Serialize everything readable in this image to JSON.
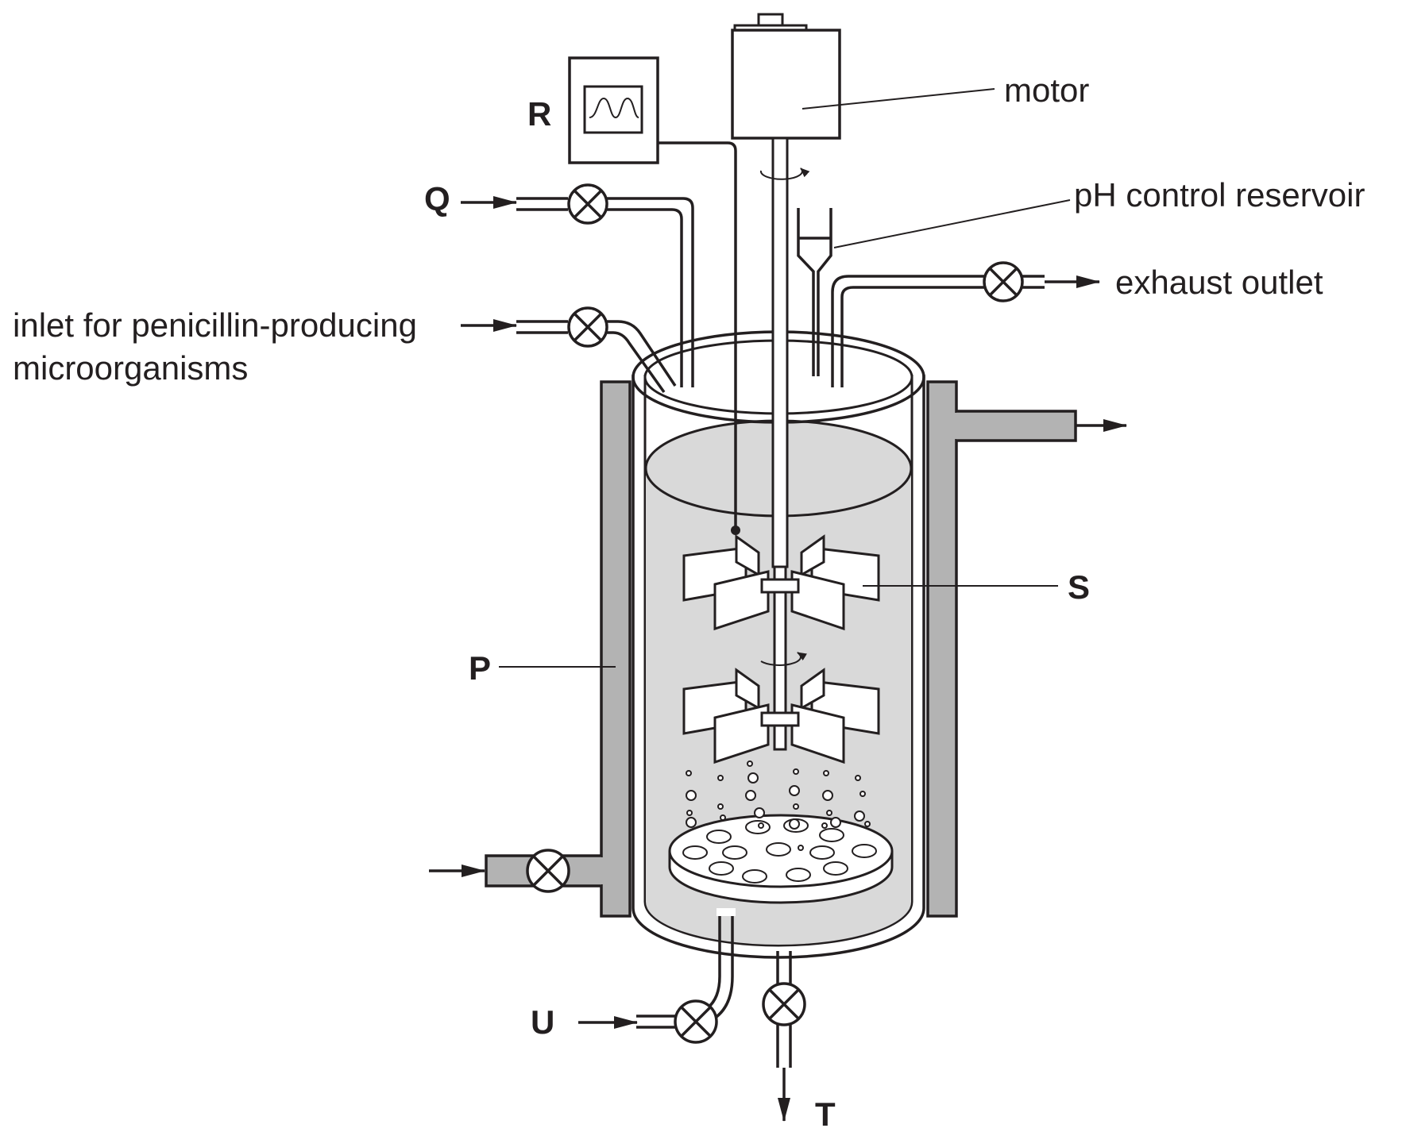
{
  "labels": {
    "motor": "motor",
    "ph_reservoir": "pH control reservoir",
    "exhaust": "exhaust outlet",
    "inlet_line1": "inlet for penicillin-producing",
    "inlet_line2": "microorganisms",
    "R": "R",
    "Q": "Q",
    "S": "S",
    "P": "P",
    "U": "U",
    "T": "T"
  },
  "colors": {
    "line": "#231f20",
    "jacket": "#b3b3b3",
    "liquid": "#d9d9d9",
    "background": "#ffffff"
  }
}
